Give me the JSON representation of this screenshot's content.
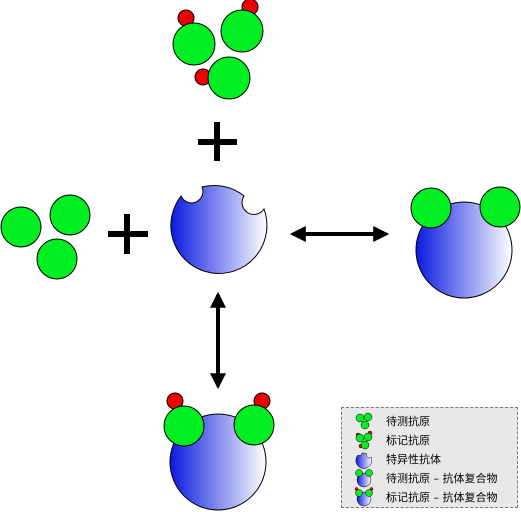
{
  "diagram": {
    "shapes": {
      "test_antigen": "green-circle",
      "labeled_antigen": "green-circle-with-red-label",
      "antibody": "blue-sphere-with-notches"
    },
    "operators": {
      "plus": "+",
      "arrows": "double-headed"
    }
  },
  "legend": {
    "items": [
      {
        "label": "待测抗原",
        "icon": "test-antigen-icon"
      },
      {
        "label": "标记抗原",
        "icon": "labeled-antigen-icon"
      },
      {
        "label": "特异性抗体",
        "icon": "antibody-icon"
      },
      {
        "label": "待测抗原 – 抗体复合物",
        "icon": "test-antigen-antibody-complex-icon"
      },
      {
        "label": "标记抗原 – 抗体复合物",
        "icon": "labeled-antigen-antibody-complex-icon"
      }
    ]
  },
  "colors": {
    "antigen_green": "#00ee22",
    "label_red": "#ee0000",
    "antibody_blue_dark": "#0a1ae0",
    "antibody_blue_light": "#ffffff",
    "legend_bg": "#e8e8e8"
  }
}
